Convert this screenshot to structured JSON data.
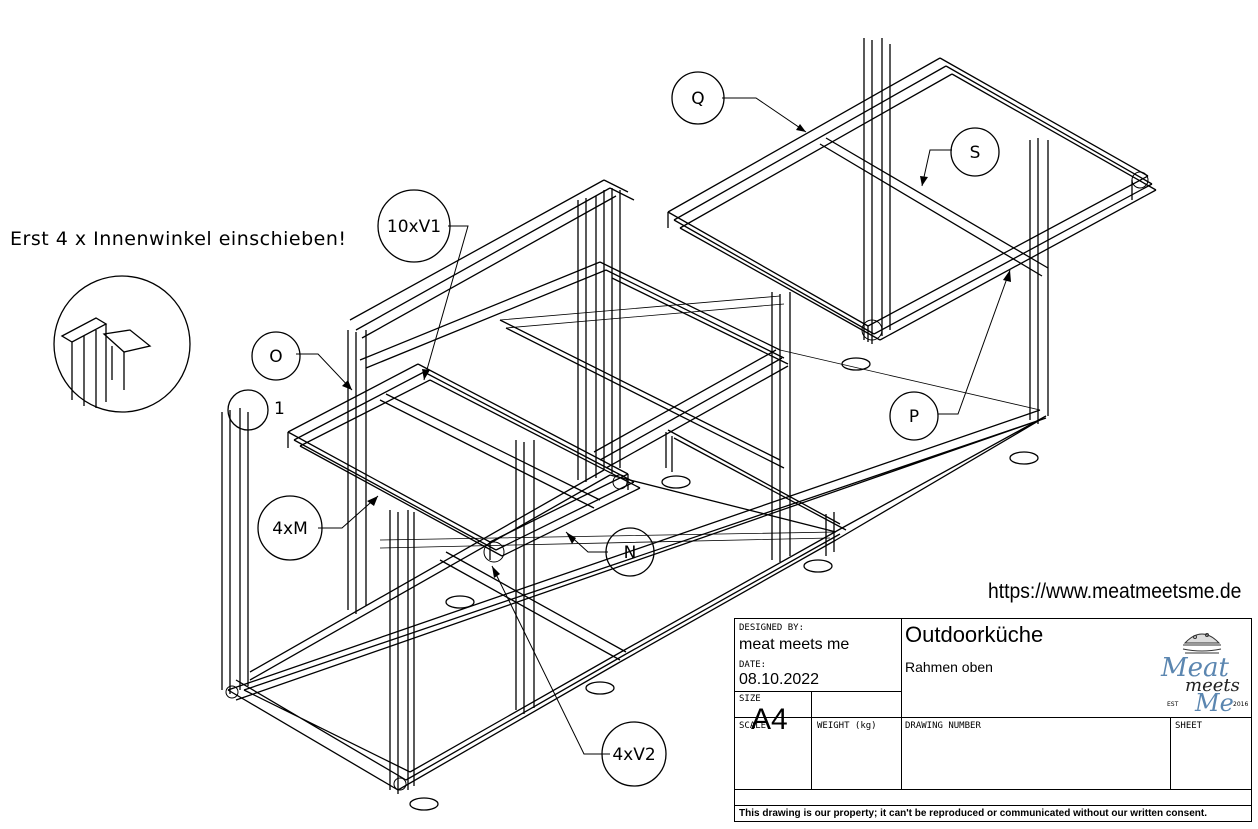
{
  "note": "Erst 4 x Innenwinkel einschieben!",
  "url": "https://www.meatmeetsme.de",
  "detail_label": "1",
  "callouts": {
    "Q": "Q",
    "S": "S",
    "P": "P",
    "O": "O",
    "N": "N",
    "V1": "10xV1",
    "M": "4xM",
    "V2": "4xV2"
  },
  "title_block": {
    "designed_by_label": "DESIGNED BY:",
    "designed_by": "meat meets me",
    "date_label": "DATE:",
    "date": "08.10.2022",
    "size_label": "SIZE",
    "size": "A4",
    "title": "Outdoorküche",
    "subtitle": "Rahmen oben",
    "scale_label": "SCALE",
    "weight_label": "WEIGHT (kg)",
    "drawing_number_label": "DRAWING NUMBER",
    "sheet_label": "SHEET",
    "footer": "This drawing is our property; it can't be reproduced or communicated without our written consent.",
    "logo_line1": "Meat",
    "logo_line2": "meets",
    "logo_line3": "Me",
    "logo_est": "EST",
    "logo_year": "2016"
  }
}
